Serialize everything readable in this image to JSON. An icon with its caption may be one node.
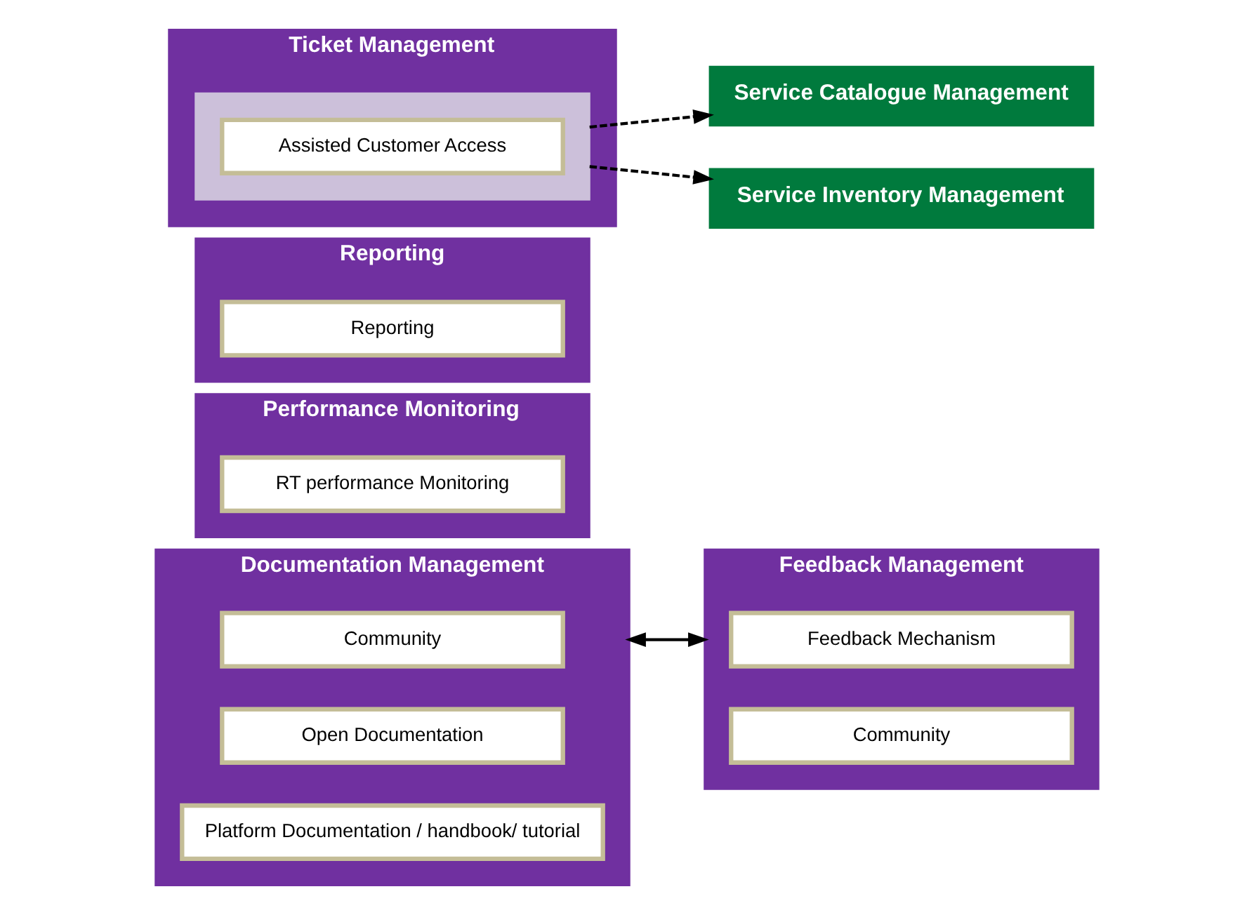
{
  "diagram": {
    "nodes": [
      {
        "text": [
          "Documentation Management"
        ]
      },
      {
        "text": [
          "Community"
        ],
        "in": 0
      },
      {
        "text": [
          "Open Documentation"
        ],
        "in": 0
      },
      {
        "text": [
          "Platform Documentation / handbook/ tutorial"
        ],
        "in": 0
      },
      {
        "text": [
          "Feedback Management"
        ]
      },
      {
        "text": [
          "Feedback Mechanism"
        ],
        "in": 4
      },
      {
        "text": [
          "Community"
        ],
        "in": 4
      },
      {
        "text": [
          "Performance Monitoring"
        ]
      },
      {
        "text": [
          "RT performance Monitoring"
        ],
        "in": 7
      },
      {
        "text": [
          "Reporting"
        ]
      },
      {
        "text": [
          "Reporting"
        ],
        "in": 9
      },
      {
        "text": [
          "Ticket Management"
        ]
      },
      {
        "text": [],
        "shape": "box",
        "in": 11
      },
      {
        "text": [
          "Assisted Customer Access"
        ],
        "in": 12
      },
      {
        "text": [
          "Service Catalogue Management"
        ]
      },
      {
        "text": [
          "Service Inventory Management"
        ]
      }
    ],
    "edges": [
      {
        "from": 0,
        "to": 4,
        "arrow": "both"
      },
      {
        "from": 12,
        "to": 14,
        "arrow": "to",
        "style": "dashed"
      },
      {
        "from": 12,
        "to": 15,
        "arrow": "to",
        "style": "dashed"
      }
    ]
  }
}
